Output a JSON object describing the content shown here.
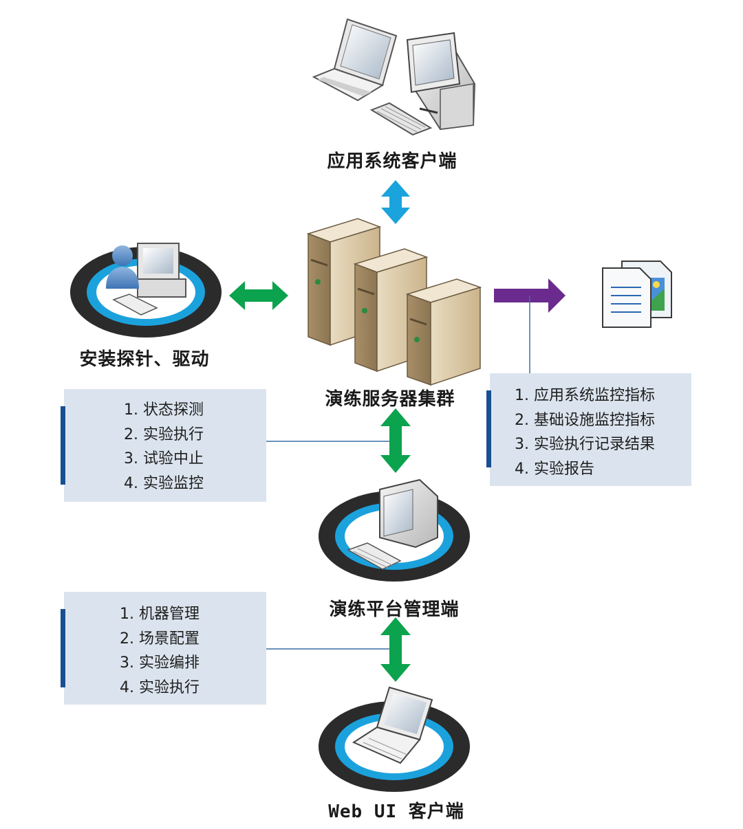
{
  "nodes": {
    "app_client": "应用系统客户端",
    "probe": "安装探针、驱动",
    "server_cluster": "演练服务器集群",
    "mgmt": "演练平台管理端",
    "web_ui": "Web UI 客户端"
  },
  "panels": {
    "left_top": [
      "1. 状态探测",
      "2. 实验执行",
      "3. 试验中止",
      "4. 实验监控"
    ],
    "right": [
      "1. 应用系统监控指标",
      "2. 基础设施监控指标",
      "3. 实验执行记录结果",
      "4. 实验报告"
    ],
    "left_bottom": [
      "1. 机器管理",
      "2. 场景配置",
      "3. 实验编排",
      "4. 实验执行"
    ]
  },
  "colors": {
    "arrow_blue": "#1aa3dc",
    "arrow_green": "#0ba34d",
    "arrow_purple": "#6b2a8e",
    "panel_bg": "#dbe4ee",
    "panel_bar": "#184f92",
    "connector_line": "#3a6ea5"
  }
}
